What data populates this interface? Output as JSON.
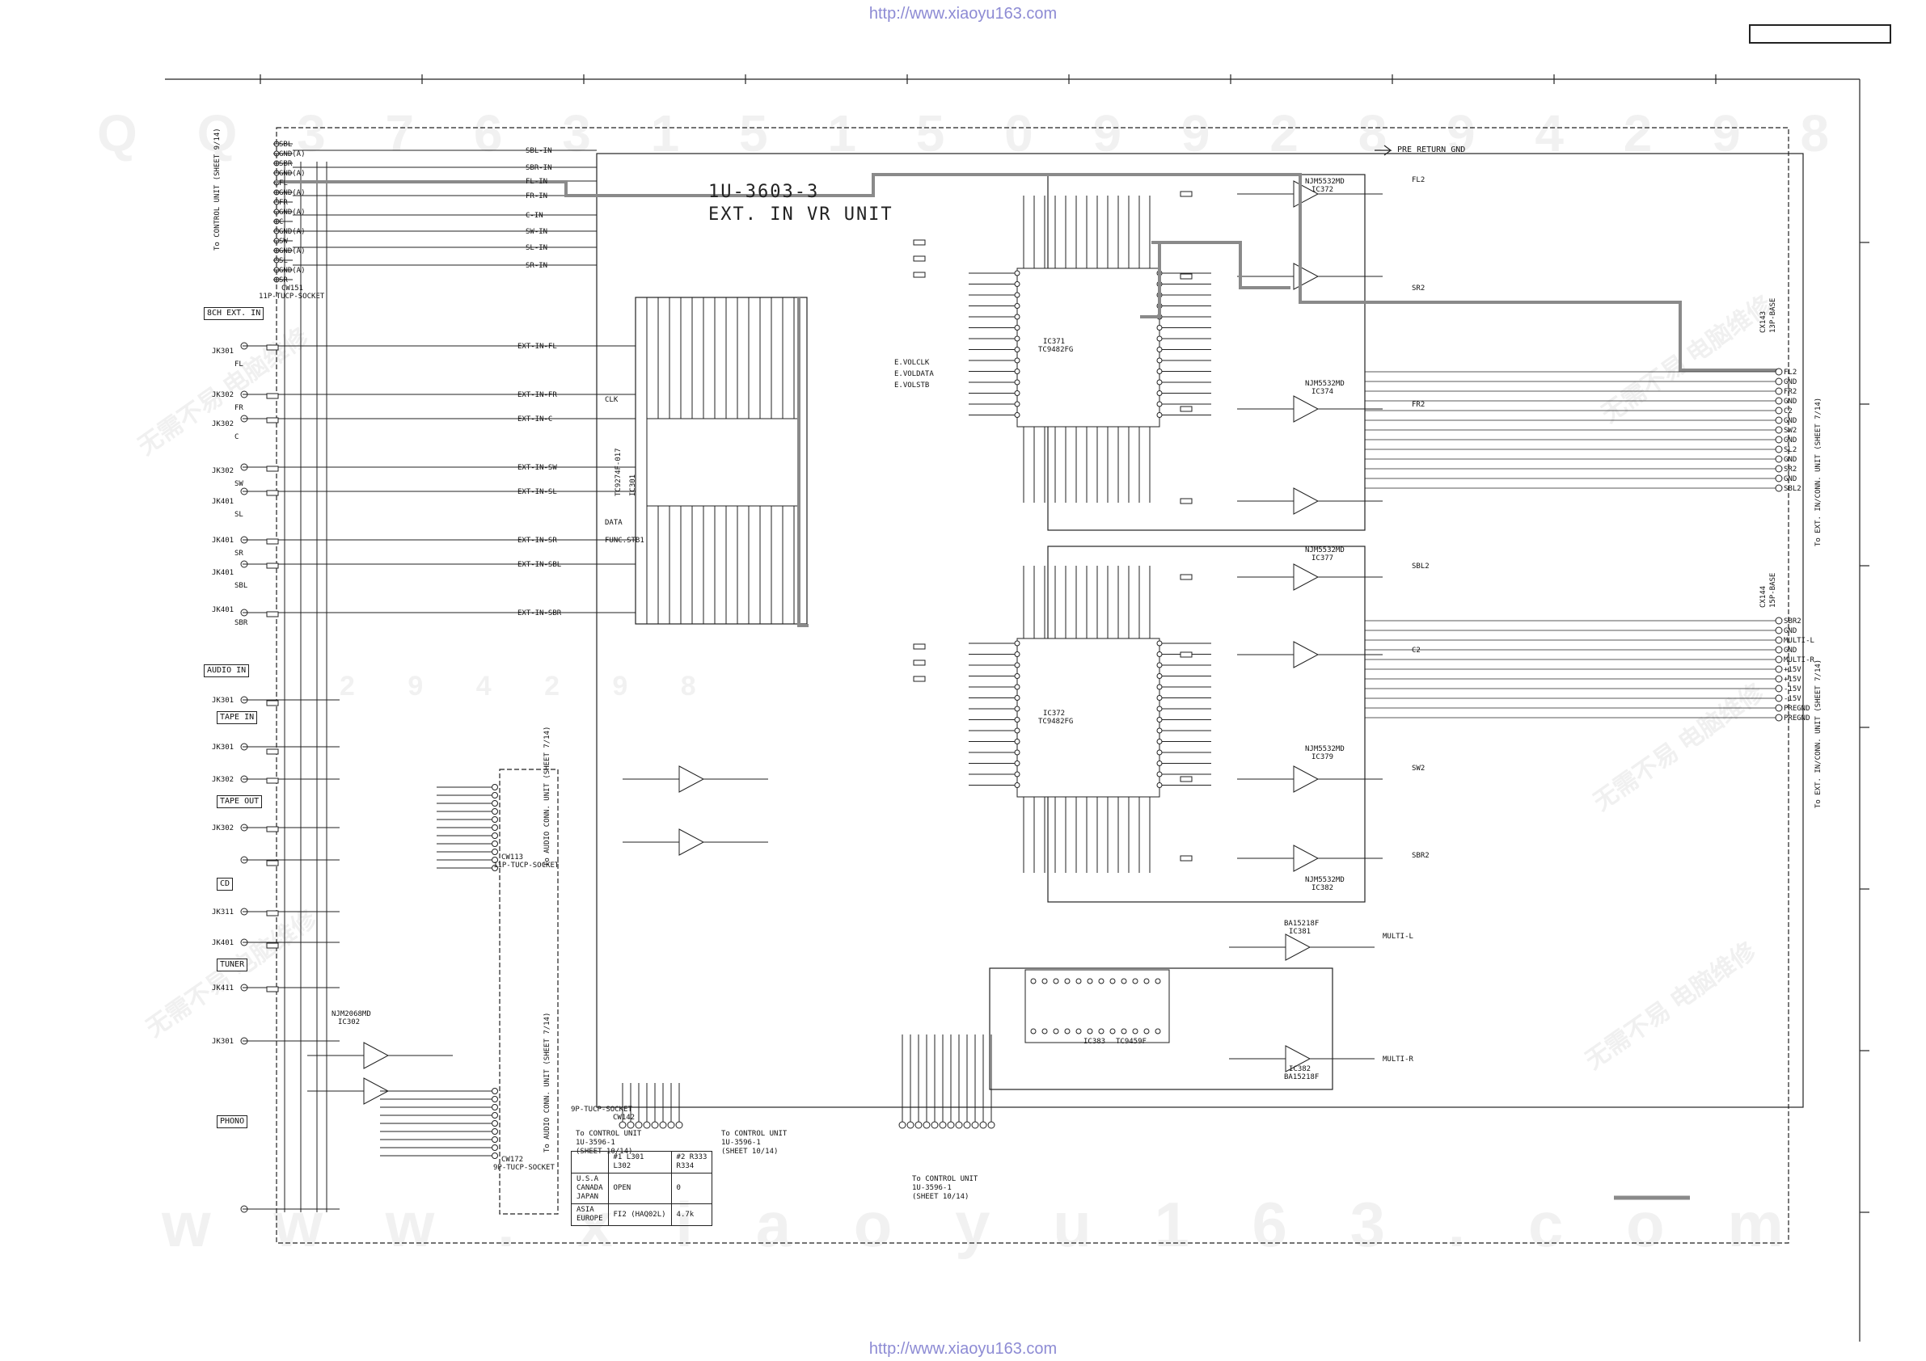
{
  "header": {
    "url_top": "http://www.xiaoyu163.com",
    "url_bottom": "http://www.xiaoyu163.com"
  },
  "watermark": {
    "digits_top": "Q Q 3 7 6 3 1 5 1 5 0   9 9 2 8 9 4 2 9 8",
    "digits_mid": "2 9 4 2 9 8",
    "site_bottom": "w w w . x i a o y u 1 6 3 . c o m",
    "cn_text": "无需不易 电脑维修"
  },
  "unit": {
    "name": "1U-3603-3",
    "title": "EXT. IN VR UNIT"
  },
  "left_connector": {
    "name": "CW151",
    "type": "11P-TUCP-SOCKET",
    "target": "To CONTROL UNIT (SHEET 9/14)",
    "pins": [
      "SBL",
      "GND(A)",
      "SBR",
      "GND(A)",
      "FL",
      "GND(A)",
      "FR",
      "GND(A)",
      "C",
      "GND(A)",
      "SW",
      "GND(A)",
      "SL",
      "GND(A)",
      "SR"
    ]
  },
  "bus_signals": [
    "SBL-IN",
    "SBR-IN",
    "FL-IN",
    "FR-IN",
    "C-IN",
    "SW-IN",
    "SL-IN",
    "SR-IN"
  ],
  "ext_in_label": "8CH EXT. IN",
  "ext_in_jacks": [
    {
      "ref": "JK301",
      "net": "EXT-IN-FL",
      "label": "FL"
    },
    {
      "ref": "JK302",
      "net": "EXT-IN-FR",
      "label": "FR"
    },
    {
      "ref": "JK302",
      "net": "EXT-IN-C",
      "label": "C"
    },
    {
      "ref": "JK302",
      "net": "EXT-IN-SW",
      "label": "SW"
    },
    {
      "ref": "JK401",
      "net": "EXT-IN-SL",
      "label": "SL"
    },
    {
      "ref": "JK401",
      "net": "EXT-IN-SR",
      "label": "SR"
    },
    {
      "ref": "JK401",
      "net": "EXT-IN-SBL",
      "label": "SBL"
    },
    {
      "ref": "JK401",
      "net": "EXT-IN-SBR",
      "label": "SBR"
    }
  ],
  "audio_in_label": "AUDIO IN",
  "audio_in_jacks": [
    "JK301",
    "TAPE IN",
    "JK301",
    "JK302",
    "TAPE OUT",
    "JK302",
    "CD",
    "JK311",
    "JK401",
    "TUNER",
    "JK411",
    "PHONO",
    "JK301"
  ],
  "selector_ic": {
    "ref": "IC301",
    "part": "TC9274F-017",
    "signals": [
      "CLK",
      "DATA",
      "FUNC.STB1"
    ]
  },
  "vol_ics": [
    {
      "ref": "IC371",
      "part": "TC9482FG"
    },
    {
      "ref": "IC372",
      "part": "TC9482FG"
    }
  ],
  "opamps": [
    {
      "ref": "IC372",
      "part": "NJM5532MD"
    },
    {
      "ref": "IC374",
      "part": "NJM5532MD"
    },
    {
      "ref": "IC377",
      "part": "NJM5532MD"
    },
    {
      "ref": "IC379",
      "part": "NJM5532MD"
    },
    {
      "ref": "IC382",
      "part": "NJM5532MD"
    },
    {
      "ref": "IC302",
      "part": "NJM2068MD"
    },
    {
      "ref": "IC381",
      "part": "BA15218F"
    },
    {
      "ref": "IC382",
      "part": "BA15218F"
    },
    {
      "ref": "IC383",
      "part": "TC9459F"
    }
  ],
  "right_connector_1": {
    "name": "CX143",
    "type": "13P-BASE",
    "target": "To EXT. IN/CONN. UNIT (SHEET 7/14)",
    "pins": [
      "FL2",
      "GND",
      "FR2",
      "GND",
      "C2",
      "GND",
      "SW2",
      "GND",
      "SL2",
      "GND",
      "SR2",
      "GND",
      "SBL2"
    ]
  },
  "right_connector_2": {
    "name": "CX144",
    "type": "15P-BASE",
    "target": "To EXT. IN/CONN. UNIT (SHEET 7/14)",
    "pins": [
      "SBR2",
      "GND",
      "MULTI-L",
      "GND",
      "MULTI-R",
      "+15V",
      "+15V",
      "-15V",
      "-15V",
      "PREGND",
      "PREGND"
    ]
  },
  "pre_return": "PRE RETURN GND",
  "bottom_connectors": [
    {
      "name": "CW113",
      "type": "11P-TUCP-SOCKET",
      "target": "To AUDIO CONN. UNIT (SHEET 7/14)"
    },
    {
      "name": "CW172",
      "type": "9P-TUCP-SOCKET",
      "target": "To AUDIO CONN. UNIT (SHEET 7/14)"
    },
    {
      "name": "CW142",
      "type": "9P-TUCP-SOCKET",
      "target": "To CONTROL UNIT 1U-3596-1 (SHEET 10/14)"
    }
  ],
  "ctrl_notes": [
    "To CONTROL UNIT\n1U-3596-1\n(SHEET 10/14)",
    "To CONTROL UNIT\n1U-3596-1\n(SHEET 10/14)",
    "To CONTROL UNIT\n1U-3596-1\n(SHEET 10/14)"
  ],
  "region_table": {
    "header": [
      "",
      "#1 L301\nL302",
      "#2 R333\nR334"
    ],
    "rows": [
      [
        "U.S.A\nCANADA\nJAPAN",
        "OPEN",
        "0"
      ],
      [
        "ASIA\nEUROPE",
        "FI2 (HAQ02L)",
        "4.7k"
      ]
    ]
  },
  "net_labels": [
    "FL2",
    "FR2",
    "SR2",
    "SBL2",
    "C2",
    "SW2",
    "SBR2",
    "MULTI-L",
    "MULTI-R",
    "E.VOLCLK",
    "E.VOLDATA",
    "E.VOLSTB"
  ],
  "colors": {
    "line": "#222222",
    "gray_bus": "#8a8a8a",
    "url": "#8d8bd4"
  }
}
